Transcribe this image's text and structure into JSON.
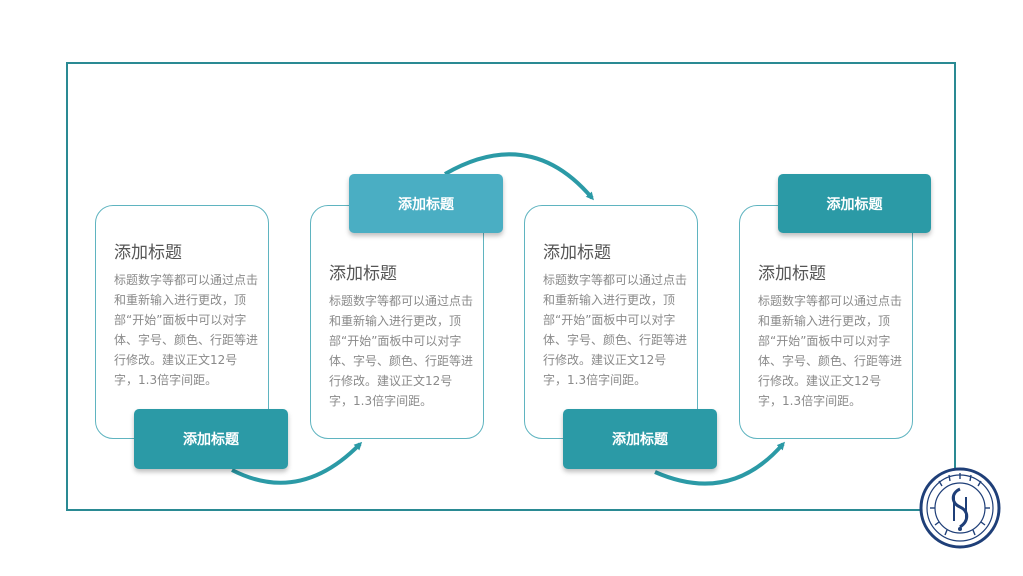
{
  "colors": {
    "frame": "#2a8a93",
    "card_border": "#5fb4c0",
    "tag_dark": "#2b9aa6",
    "tag_light": "#4aaec3",
    "arrow": "#2b9aa6",
    "logo": "#1f3f78"
  },
  "steps": [
    {
      "tag": "添加标题",
      "title": "添加标题",
      "body": "标题数字等都可以通过点击和重新输入进行更改，顶部“开始”面板中可以对字体、字号、颜色、行距等进行修改。建议正文12号字，1.3倍字间距。"
    },
    {
      "tag": "添加标题",
      "title": "添加标题",
      "body": "标题数字等都可以通过点击和重新输入进行更改，顶部“开始”面板中可以对字体、字号、颜色、行距等进行修改。建议正文12号字，1.3倍字间距。"
    },
    {
      "tag": "添加标题",
      "title": "添加标题",
      "body": "标题数字等都可以通过点击和重新输入进行更改，顶部“开始”面板中可以对字体、字号、颜色、行距等进行修改。建议正文12号字，1.3倍字间距。"
    },
    {
      "tag": "添加标题",
      "title": "添加标题",
      "body": "标题数字等都可以通过点击和重新输入进行更改，顶部“开始”面板中可以对字体、字号、颜色、行距等进行修改。建议正文12号字，1.3倍字间距。"
    }
  ],
  "logo": {
    "icon": "university-seal-icon"
  }
}
